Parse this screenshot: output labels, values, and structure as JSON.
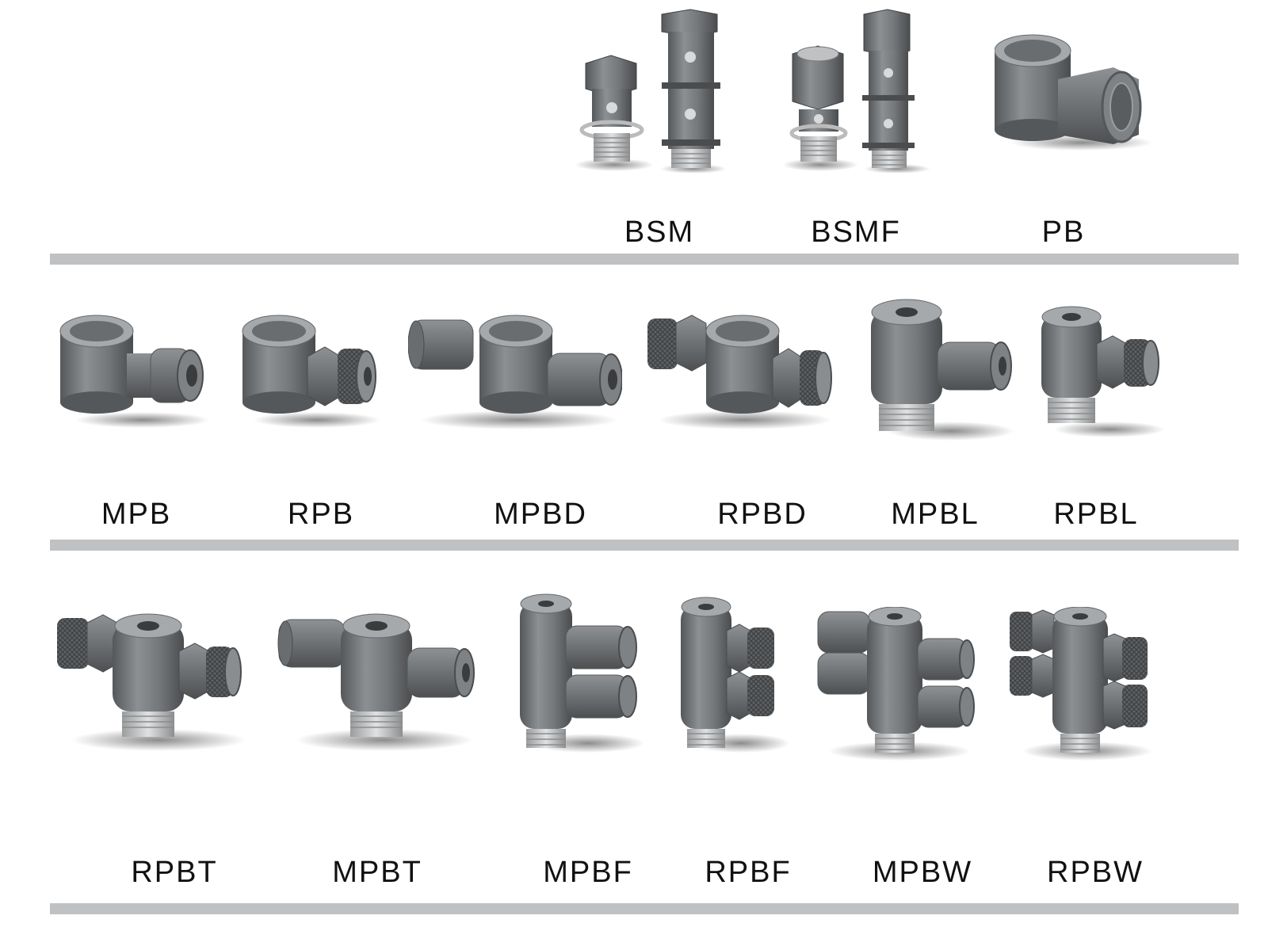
{
  "rows": [
    {
      "items": [
        {
          "id": "BSM",
          "label": "BSM",
          "icon": "double-banjo-bolt-icon"
        },
        {
          "id": "BSMF",
          "label": "BSMF",
          "icon": "double-banjo-bolt-female-icon"
        },
        {
          "id": "PB",
          "label": "PB",
          "icon": "banjo-body-icon"
        }
      ]
    },
    {
      "items": [
        {
          "id": "MPB",
          "label": "MPB",
          "icon": "banjo-push-in-icon"
        },
        {
          "id": "RPB",
          "label": "RPB",
          "icon": "banjo-compression-icon"
        },
        {
          "id": "MPBD",
          "label": "MPBD",
          "icon": "double-banjo-push-in-icon"
        },
        {
          "id": "RPBD",
          "label": "RPBD",
          "icon": "double-banjo-compression-icon"
        },
        {
          "id": "MPBL",
          "label": "MPBL",
          "icon": "banjo-elbow-push-in-icon"
        },
        {
          "id": "RPBL",
          "label": "RPBL",
          "icon": "banjo-elbow-compression-icon"
        }
      ]
    },
    {
      "items": [
        {
          "id": "RPBT",
          "label": "RPBT",
          "icon": "banjo-tee-compression-icon"
        },
        {
          "id": "MPBT",
          "label": "MPBT",
          "icon": "banjo-tee-push-in-icon"
        },
        {
          "id": "MPBF",
          "label": "MPBF",
          "icon": "banjo-double-push-in-icon"
        },
        {
          "id": "RPBF",
          "label": "RPBF",
          "icon": "banjo-double-compression-icon"
        },
        {
          "id": "MPBW",
          "label": "MPBW",
          "icon": "banjo-quad-push-in-icon"
        },
        {
          "id": "RPBW",
          "label": "RPBW",
          "icon": "banjo-quad-compression-icon"
        }
      ]
    }
  ],
  "colors": {
    "fitting": "#6d7073",
    "fitting_light": "#9a9da0",
    "fitting_dark": "#4a4c4e",
    "divider": "#bfc1c3",
    "label": "#111111"
  }
}
